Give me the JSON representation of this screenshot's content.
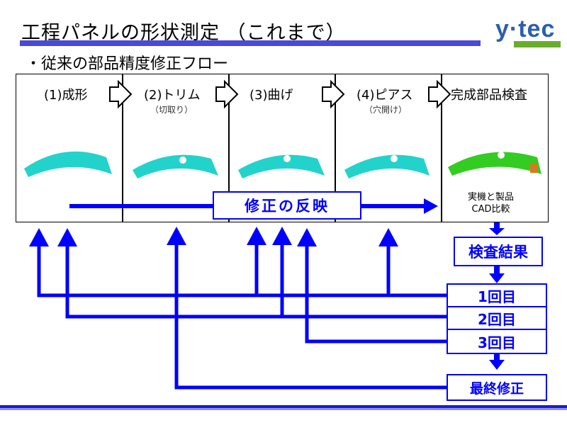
{
  "header": {
    "title": "工程パネルの形状測定 （これまで）",
    "subtitle": "・従来の部品精度修正フロー",
    "logo_text": "y·tec"
  },
  "colors": {
    "flow_blue": "#0000ff",
    "title_bar": "#4a4ad8",
    "logo_blue": "#2a5fb0",
    "logo_green": "#6aad2e",
    "part_cyan": "#22d3cc",
    "part_green": "#33cc22"
  },
  "process_steps": [
    {
      "label": "(1)成形",
      "sub": ""
    },
    {
      "label": "(2)トリム",
      "sub": "（切取り）"
    },
    {
      "label": "(3)曲げ",
      "sub": ""
    },
    {
      "label": "(4)ピアス",
      "sub": "（穴開け）"
    },
    {
      "label": "完成部品検査",
      "sub": ""
    }
  ],
  "inspection_note": {
    "line1": "実機と製品",
    "line2": "CAD比較"
  },
  "feedback_label": "修正の反映",
  "result_box": "検査結果",
  "iterations": [
    "1回目",
    "2回目",
    "3回目"
  ],
  "final_box": "最終修正"
}
